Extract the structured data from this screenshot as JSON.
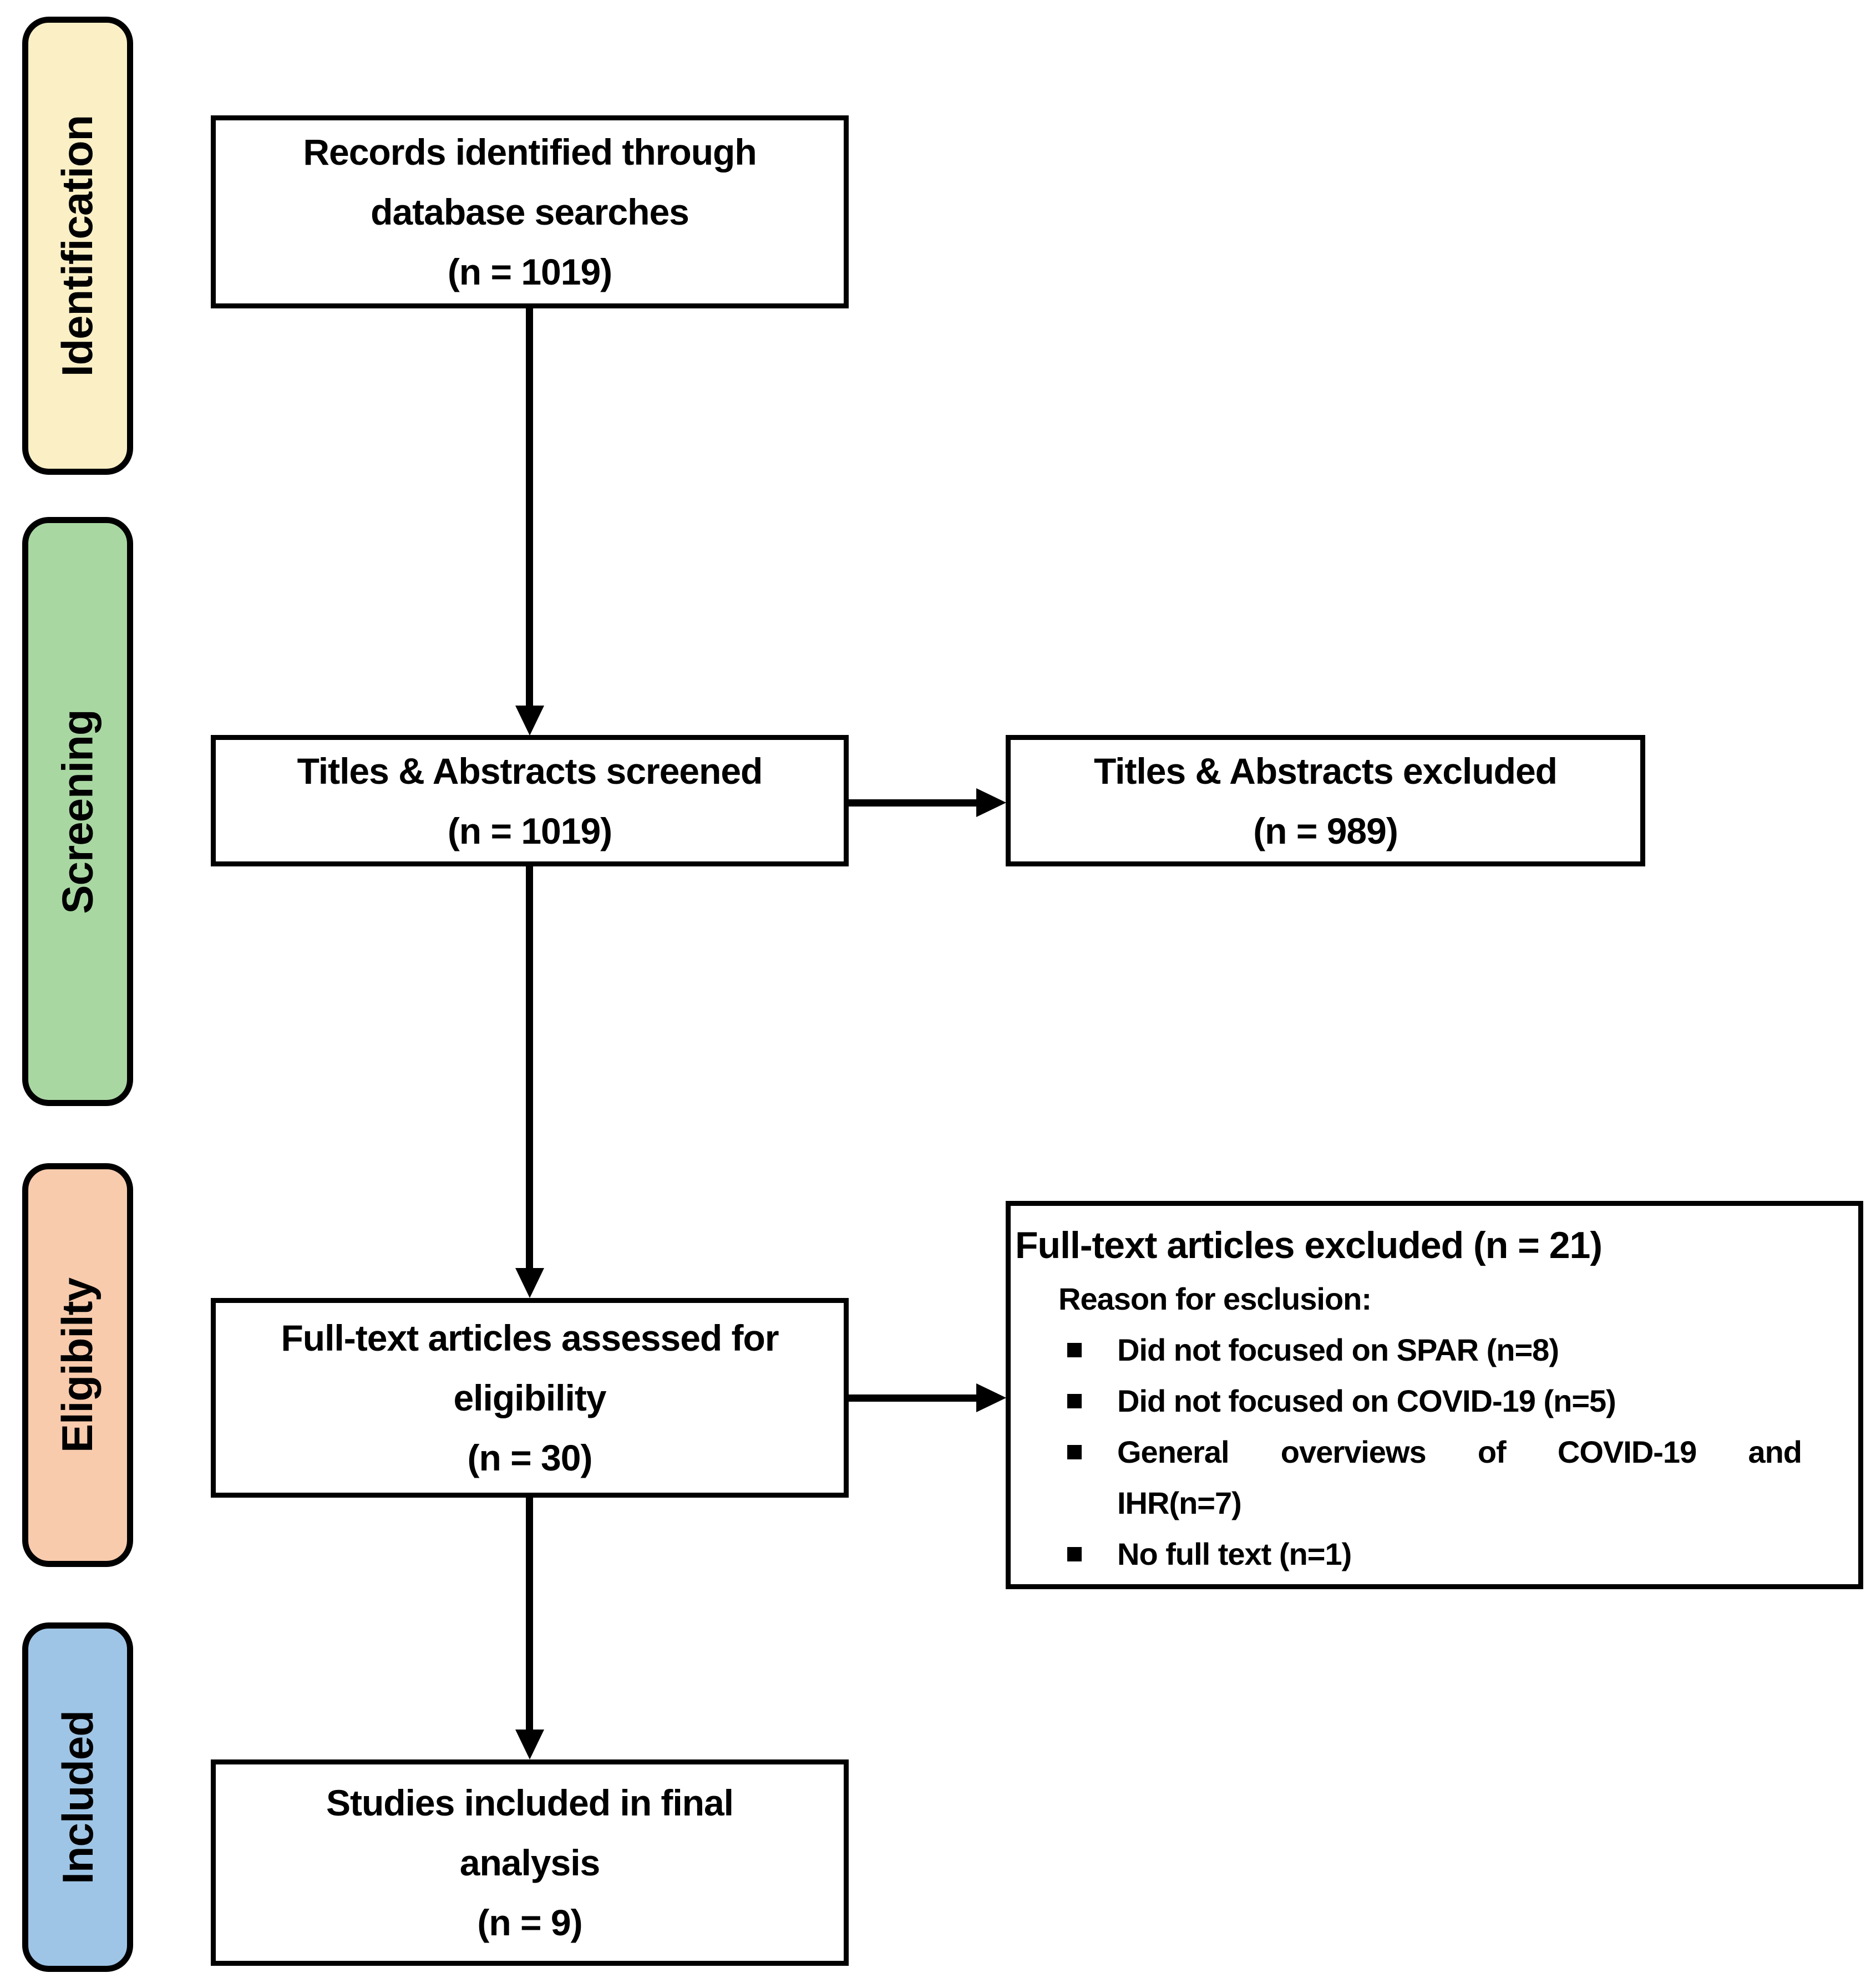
{
  "figure": {
    "background": "#ffffff",
    "line_color": "#000000",
    "stages": [
      {
        "label": "Identification",
        "color": "#FBEFC6"
      },
      {
        "label": "Screening",
        "color": "#A9D7A2"
      },
      {
        "label": "Eligibilty",
        "color": "#F8CBAD"
      },
      {
        "label": "Included",
        "color": "#9FC5E6"
      }
    ],
    "boxes": {
      "records_identified": {
        "lines": [
          "Records identified through",
          "database searches",
          "(n = 1019)"
        ]
      },
      "titles_screened": {
        "lines": [
          "Titles & Abstracts screened",
          "(n = 1019)"
        ]
      },
      "titles_excluded": {
        "lines": [
          "Titles & Abstracts excluded",
          "(n = 989)"
        ]
      },
      "fulltext_assessed": {
        "lines": [
          "Full-text articles assessed for",
          "eligibility",
          "(n = 30)"
        ]
      },
      "fulltext_excluded": {
        "title": "Full-text articles excluded (n = 21)",
        "subtitle": "Reason for esclusion:",
        "bullets": [
          {
            "lines": [
              "Did not focused on SPAR (n=8)"
            ]
          },
          {
            "lines": [
              "Did not focused on COVID-19 (n=5)"
            ]
          },
          {
            "lines": [
              "General overviews of COVID-19 and",
              "IHR(n=7)"
            ]
          },
          {
            "lines": [
              "No full text (n=1)"
            ]
          }
        ]
      },
      "studies_included": {
        "lines": [
          "Studies included in final",
          "analysis",
          "(n = 9)"
        ]
      }
    }
  }
}
